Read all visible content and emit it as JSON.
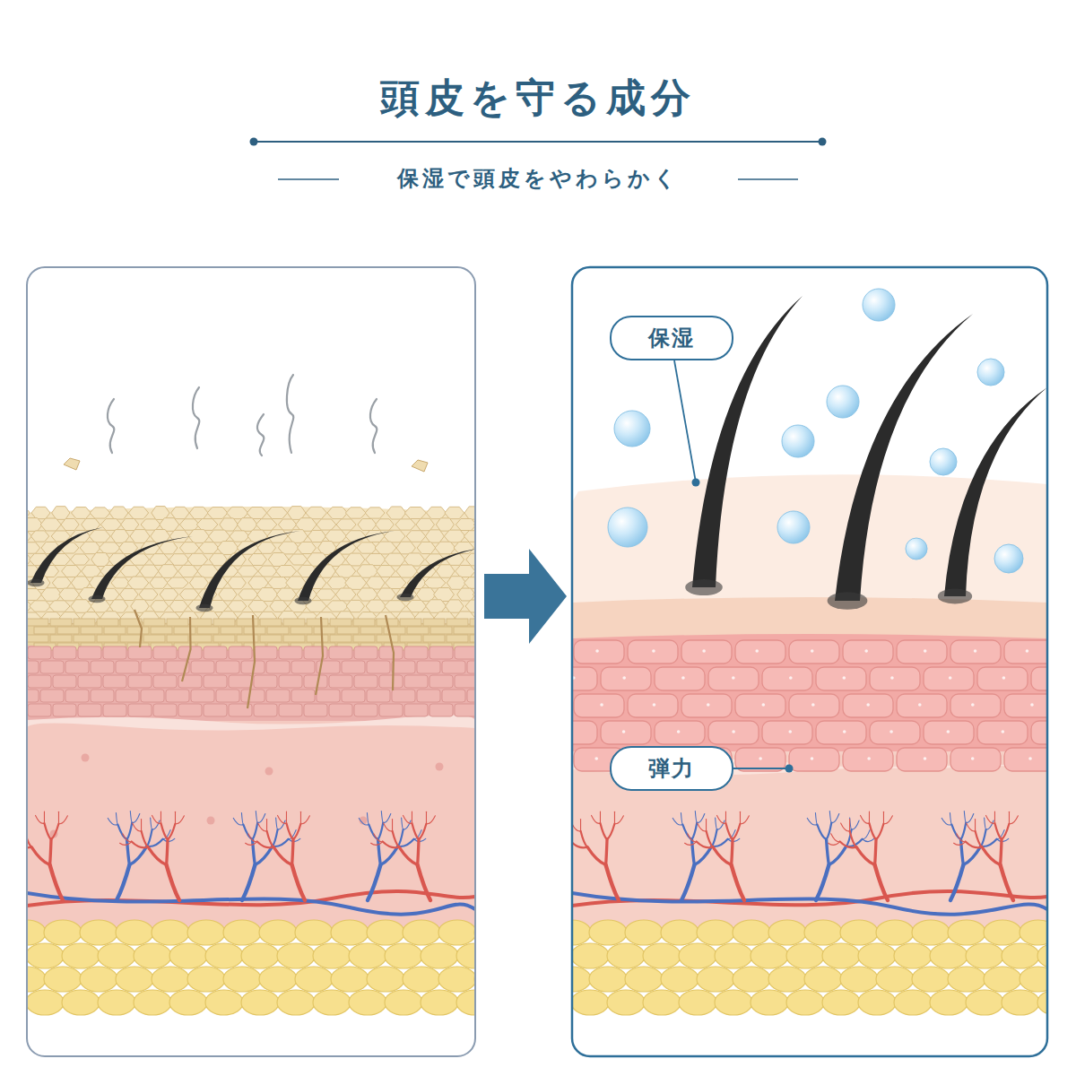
{
  "diagram": {
    "title": "頭皮を守る成分",
    "nodes": [
      {
        "text": [
          "保湿"
        ]
      },
      {
        "text": [
          "弾力"
        ]
      }
    ],
    "labels": [
      "保湿で頭皮をやわらかく"
    ]
  }
}
